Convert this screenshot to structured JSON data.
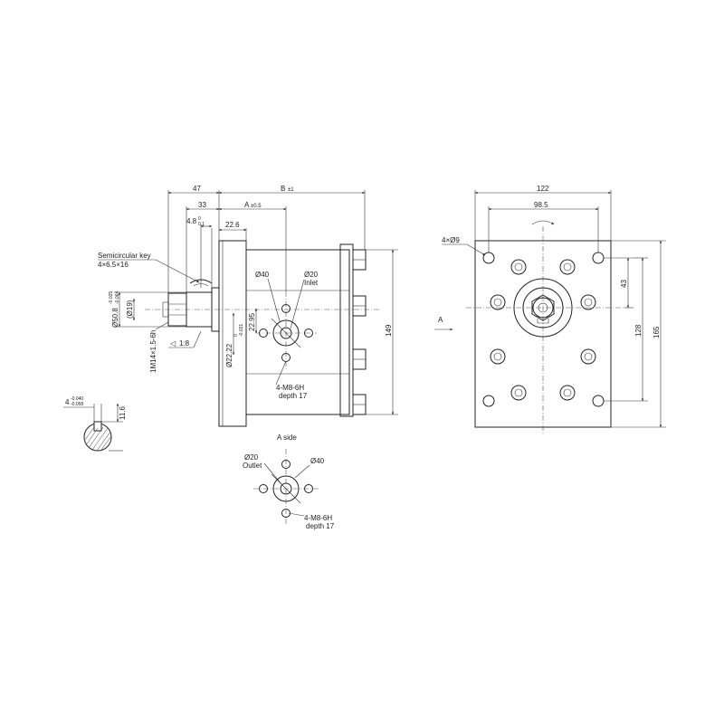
{
  "left_view": {
    "dim_47": "47",
    "dim_33": "33",
    "dim_b": "B",
    "dim_b_tol": "±1",
    "dim_a": "A",
    "dim_a_tol": "±0.5",
    "dim_48": "4.8",
    "dim_48_tol_up": "0",
    "dim_48_tol_dn": "0.1",
    "dim_226": "22.6",
    "key_label_1": "Semicircular key",
    "key_label_2": "4×6.5×16",
    "shaft_dia": "Ø50.8",
    "shaft_dia_tol_up": "-0.025",
    "shaft_dia_tol_dn": "-0.064",
    "shaft_19": "(Ø19)",
    "thread": "1M14×1.5-6h",
    "taper": "1:8",
    "bore": "Ø22.22",
    "bore_tol_up": "0",
    "bore_tol_dn": "-0.021",
    "dim_2295": "22.95",
    "inlet_40": "Ø40",
    "inlet_20": "Ø20",
    "inlet_label": "Inlet",
    "holes_label": "4-M8-6H",
    "holes_depth": "depth 17",
    "dim_149": "149"
  },
  "key_section": {
    "width": "4",
    "width_tol_up": "-0.040",
    "width_tol_dn": "-0.058",
    "height": "11.6"
  },
  "a_side": {
    "title": "A side",
    "outlet_20": "Ø20",
    "outlet_label": "Outlet",
    "outlet_40": "Ø40",
    "holes_label": "4-M8-6H",
    "holes_depth": "depth 17"
  },
  "right_view": {
    "dim_122": "122",
    "dim_985": "98.5",
    "holes": "4×Ø9",
    "dim_43": "43",
    "dim_128": "128",
    "dim_165": "165",
    "view_a": "A"
  }
}
